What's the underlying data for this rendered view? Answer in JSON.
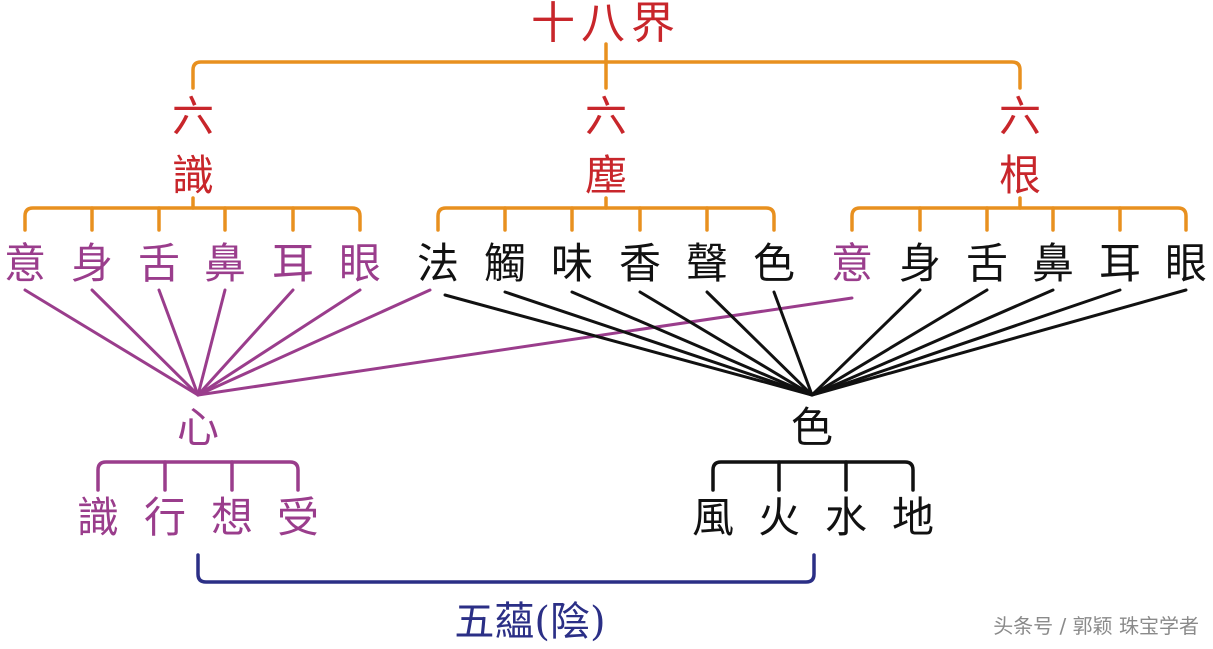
{
  "title": "十八界",
  "groups": [
    {
      "top": "六",
      "bottom": "識",
      "items": [
        "意",
        "身",
        "舌",
        "鼻",
        "耳",
        "眼"
      ]
    },
    {
      "top": "六",
      "bottom": "塵",
      "items": [
        "法",
        "觸",
        "味",
        "香",
        "聲",
        "色"
      ]
    },
    {
      "top": "六",
      "bottom": "根",
      "items": [
        "意",
        "身",
        "舌",
        "鼻",
        "耳",
        "眼"
      ]
    }
  ],
  "mind": {
    "label": "心",
    "items": [
      "識",
      "行",
      "想",
      "受"
    ]
  },
  "form": {
    "label": "色",
    "items": [
      "風",
      "火",
      "水",
      "地"
    ]
  },
  "skandhas": "五蘊(陰)",
  "watermark": "头条号 / 郭颖 珠宝学者",
  "colors": {
    "orange": "#e8901f",
    "red": "#c8262b",
    "purple": "#9a3d8c",
    "black": "#111111",
    "navy": "#2b2f86"
  }
}
